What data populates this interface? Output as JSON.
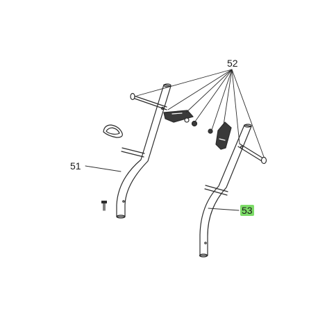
{
  "callouts": {
    "hardware_kit": "52",
    "left_handle": "51",
    "right_handle": "53"
  },
  "colors": {
    "line": "#2b2b2b",
    "highlight": "#7ddc68"
  }
}
